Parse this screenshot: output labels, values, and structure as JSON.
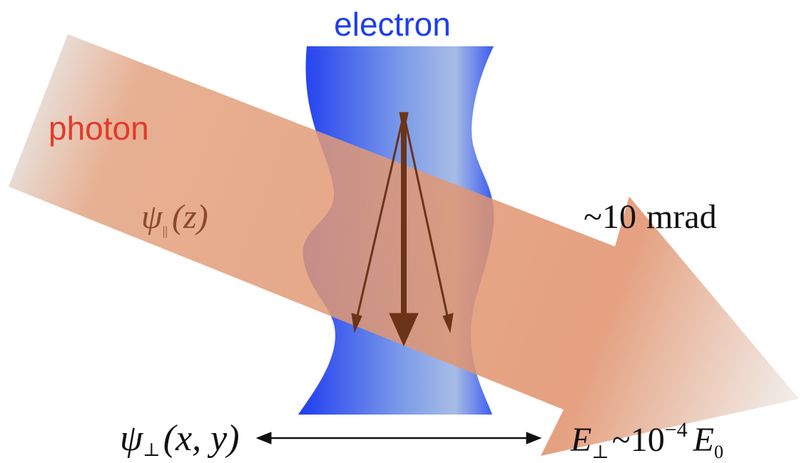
{
  "labels": {
    "electron": "electron",
    "photon": "photon",
    "psi_parallel": {
      "symbol": "ψ",
      "subscript": "||",
      "argument": "(z)"
    },
    "angle": {
      "tilde": "~",
      "value": "10",
      "unit": "mrad"
    },
    "psi_perp": {
      "symbol": "ψ",
      "subscript": "⊥",
      "argument": "(x, y)"
    },
    "energy": {
      "symbol": "E",
      "subscript": "⊥",
      "tilde": "~",
      "base": "10",
      "exponent": "−4",
      "e0_symbol": "E",
      "e0_subscript": "0"
    }
  },
  "colors": {
    "electron_blue": "#1f3df0",
    "electron_light": "#9fb6e6",
    "photon_orange": "#e0906a",
    "photon_text_red": "#e23b2a",
    "arrow_brown": "#6b3418",
    "psi_parallel_text": "#8a4a2a",
    "text_black": "#111111"
  }
}
